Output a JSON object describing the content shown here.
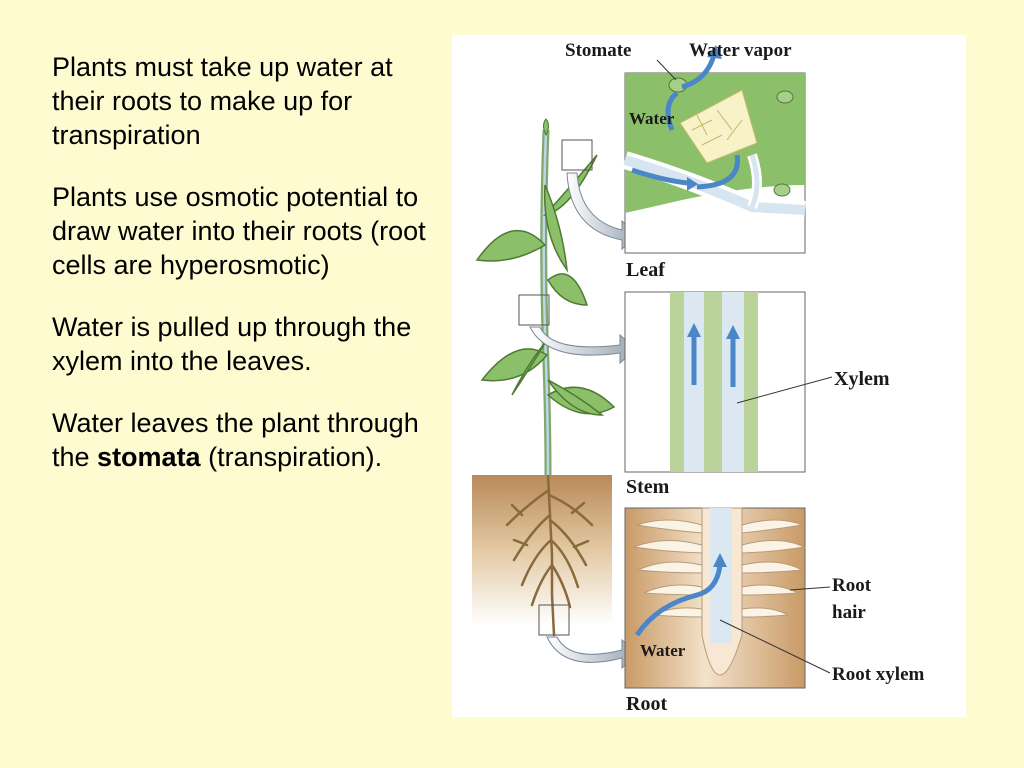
{
  "bullets": {
    "p1": "Plants must take up water at their roots to make up for transpiration",
    "p2": "Plants use osmotic potential to draw water into their roots (root cells are hyperosmotic)",
    "p3": "Water is pulled up through the xylem into the leaves.",
    "p4_before": "Water leaves the plant through the ",
    "p4_bold": "stomata",
    "p4_after": " (transpiration)."
  },
  "figure": {
    "labels": {
      "stomate": "Stomate",
      "water_vapor": "Water vapor",
      "water_leaf": "Water",
      "leaf": "Leaf",
      "xylem": "Xylem",
      "stem": "Stem",
      "root_hair_1": "Root",
      "root_hair_2": "hair",
      "water_root": "Water",
      "root_xylem": "Root xylem",
      "root": "Root"
    },
    "colors": {
      "background": "#fffbd0",
      "leaf_green": "#8bbf6a",
      "water_blue": "#4a86c8",
      "soil": "#c8a06a"
    }
  }
}
